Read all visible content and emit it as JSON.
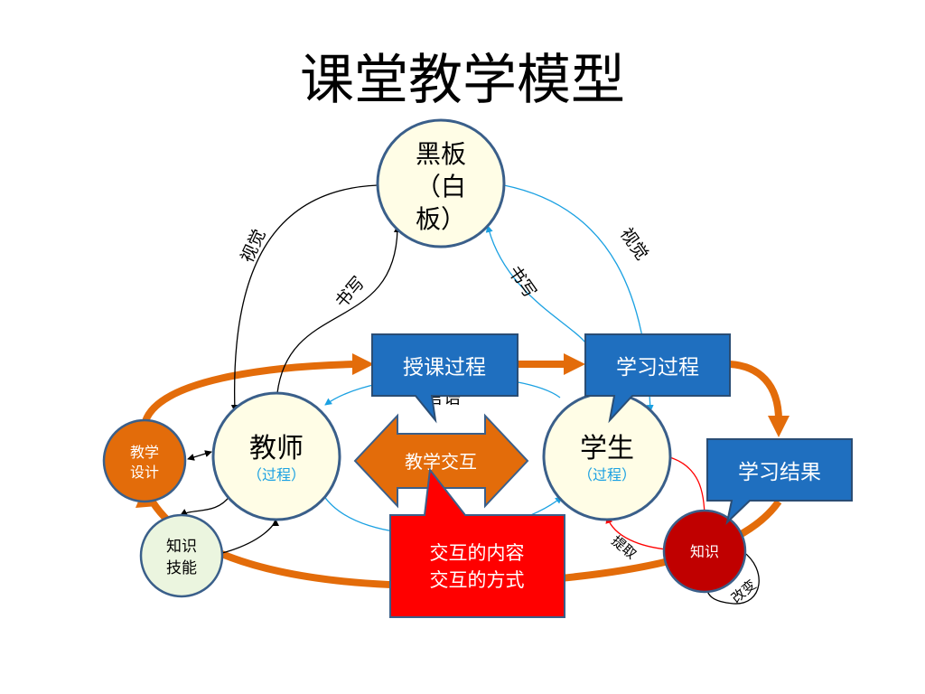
{
  "title": "课堂教学模型",
  "nodes": {
    "blackboard": [
      "黑板",
      "（白",
      "板）"
    ],
    "teacher": {
      "main": "教师",
      "sub": "（过程）"
    },
    "student": {
      "main": "学生",
      "sub": "（过程）"
    },
    "design": [
      "教学",
      "设计"
    ],
    "skills": [
      "知识",
      "技能"
    ],
    "knowledge": "知识"
  },
  "edge_labels": {
    "vision_left": "视觉",
    "vision_right": "视觉",
    "write_left": "书写",
    "write_right": "书写",
    "speech": "言语",
    "extract": "提取",
    "change": "改变"
  },
  "callouts": {
    "teaching_process": "授课过程",
    "learning_process": "学习过程",
    "learning_result": "学习结果",
    "interaction": "教学交互",
    "content": [
      "交互的内容",
      "交互的方式"
    ]
  },
  "colors": {
    "orange": "#e36c0a",
    "blue": "#1f6fbf",
    "red": "#ff0000",
    "darkred": "#c00000",
    "cream": "#fffde6",
    "lightgreen": "#ebf5df",
    "light_blue_line": "#1ba1e2"
  }
}
